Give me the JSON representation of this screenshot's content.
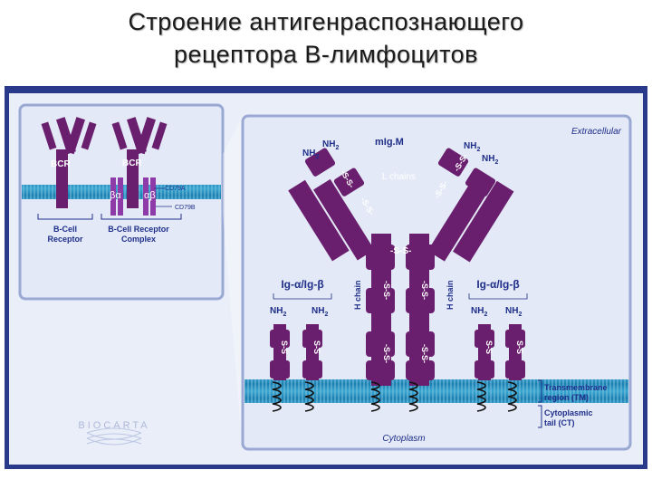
{
  "title": {
    "line1": "Строение антигенраспознающего",
    "line2": "рецептора В-лимфоцитов"
  },
  "inset": {
    "bcr_left": "BCR",
    "bcr_right": "BCR",
    "cd79a": "CD79A",
    "cd79b": "CD79B",
    "ba": "βα",
    "ab": "αβ",
    "b_cell_receptor": [
      "B-Cell",
      "Receptor"
    ],
    "b_cell_receptor_complex": [
      "B-Cell Receptor",
      "Complex"
    ],
    "logo": "BIOCARTA"
  },
  "main": {
    "extracellular": "Extracellular",
    "cytoplasm": "Cytoplasm",
    "migm": "mIg.M",
    "nh2": "NH",
    "nh2_sub": "2",
    "l_chains": "L chains",
    "h_chain": "H chain",
    "ss": "-S-S-",
    "ss_short": "S-S",
    "ig_ab_left": "Ig-α/Ig-β",
    "ig_ab_right": "Ig-α/Ig-β",
    "transmembrane": [
      "Transmembrane",
      "region (TM)"
    ],
    "cytoplasmic": [
      "Cytoplasmic",
      "tail (CT)"
    ]
  },
  "colors": {
    "receptor": "#6a1f6e",
    "receptor_light": "#8a3f8e",
    "membrane": "#2f9ec6",
    "text_blue": "#1f2f8a",
    "panel": "#e9eef8"
  }
}
